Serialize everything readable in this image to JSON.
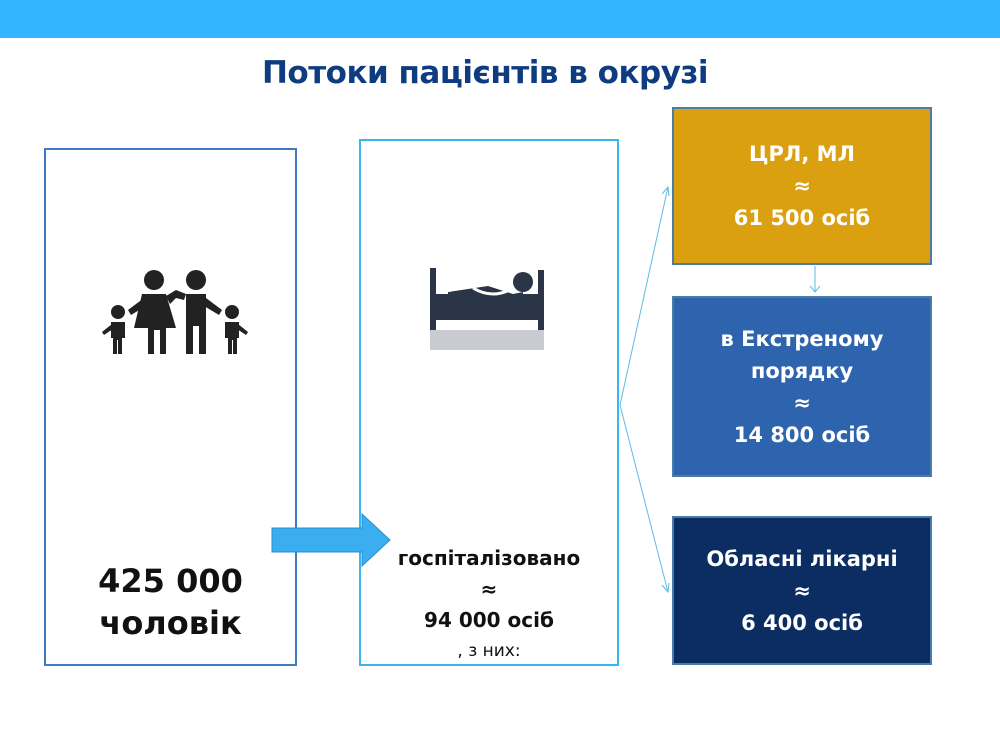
{
  "title": "Потоки пацієнтів в окрузі",
  "population": {
    "value": "425 000",
    "unit": "чоловік"
  },
  "hospitalized": {
    "label": "госпіталізовано",
    "approx": "≈",
    "value": "94 000 осіб",
    "note": ", з них:"
  },
  "destinations": [
    {
      "label": "ЦРЛ, МЛ",
      "approx": "≈",
      "value": "61 500 осіб",
      "color": "#dba00f"
    },
    {
      "label": "в Екстреному порядку",
      "approx": "≈",
      "value": "14 800 осіб",
      "color": "#2e64ad"
    },
    {
      "label": "Обласні лікарні",
      "approx": "≈",
      "value": "6 400 осіб",
      "color": "#0b2d62"
    }
  ]
}
